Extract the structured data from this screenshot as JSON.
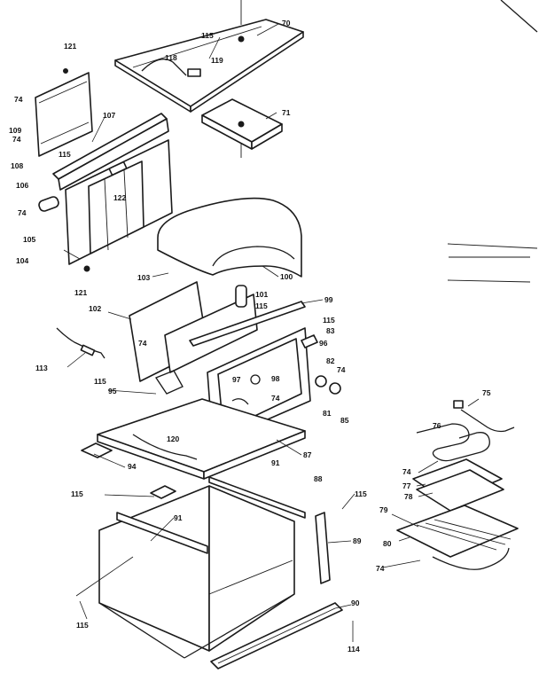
{
  "diagram": {
    "colors": {
      "ink": "#1a1a1a",
      "paper": "#ffffff"
    },
    "labels": [
      {
        "id": "l70",
        "text": "70"
      },
      {
        "id": "l115a",
        "text": "115"
      },
      {
        "id": "l118",
        "text": "118"
      },
      {
        "id": "l119",
        "text": "119"
      },
      {
        "id": "l71",
        "text": "71"
      },
      {
        "id": "l121a",
        "text": "121"
      },
      {
        "id": "l74a",
        "text": "74"
      },
      {
        "id": "l107",
        "text": "107"
      },
      {
        "id": "l109",
        "text": "109"
      },
      {
        "id": "l74b",
        "text": "74"
      },
      {
        "id": "l108",
        "text": "108"
      },
      {
        "id": "l115b",
        "text": "115"
      },
      {
        "id": "l106",
        "text": "106"
      },
      {
        "id": "l74c",
        "text": "74"
      },
      {
        "id": "l122",
        "text": "122"
      },
      {
        "id": "l105",
        "text": "105"
      },
      {
        "id": "l104",
        "text": "104"
      },
      {
        "id": "l121b",
        "text": "121"
      },
      {
        "id": "l103",
        "text": "103"
      },
      {
        "id": "l100",
        "text": "100"
      },
      {
        "id": "l101",
        "text": "101"
      },
      {
        "id": "l99",
        "text": "99"
      },
      {
        "id": "l115c",
        "text": "115"
      },
      {
        "id": "l102",
        "text": "102"
      },
      {
        "id": "l115d",
        "text": "115"
      },
      {
        "id": "l83",
        "text": "83"
      },
      {
        "id": "l96",
        "text": "96"
      },
      {
        "id": "l113",
        "text": "113"
      },
      {
        "id": "l74d",
        "text": "74"
      },
      {
        "id": "l82",
        "text": "82"
      },
      {
        "id": "l74e",
        "text": "74"
      },
      {
        "id": "l115e",
        "text": "115"
      },
      {
        "id": "l97",
        "text": "97"
      },
      {
        "id": "l98",
        "text": "98"
      },
      {
        "id": "l95",
        "text": "95"
      },
      {
        "id": "l74f",
        "text": "74"
      },
      {
        "id": "l81",
        "text": "81"
      },
      {
        "id": "l85",
        "text": "85"
      },
      {
        "id": "l75",
        "text": "75"
      },
      {
        "id": "l76",
        "text": "76"
      },
      {
        "id": "l120",
        "text": "120"
      },
      {
        "id": "l87",
        "text": "87"
      },
      {
        "id": "l74g",
        "text": "74"
      },
      {
        "id": "l94",
        "text": "94"
      },
      {
        "id": "l91a",
        "text": "91"
      },
      {
        "id": "l88",
        "text": "88"
      },
      {
        "id": "l77",
        "text": "77"
      },
      {
        "id": "l78",
        "text": "78"
      },
      {
        "id": "l115f",
        "text": "115"
      },
      {
        "id": "l115g",
        "text": "115"
      },
      {
        "id": "l79",
        "text": "79"
      },
      {
        "id": "l91b",
        "text": "91"
      },
      {
        "id": "l89",
        "text": "89"
      },
      {
        "id": "l80",
        "text": "80"
      },
      {
        "id": "l74h",
        "text": "74"
      },
      {
        "id": "l90",
        "text": "90"
      },
      {
        "id": "l115h",
        "text": "115"
      },
      {
        "id": "l114",
        "text": "114"
      }
    ]
  }
}
